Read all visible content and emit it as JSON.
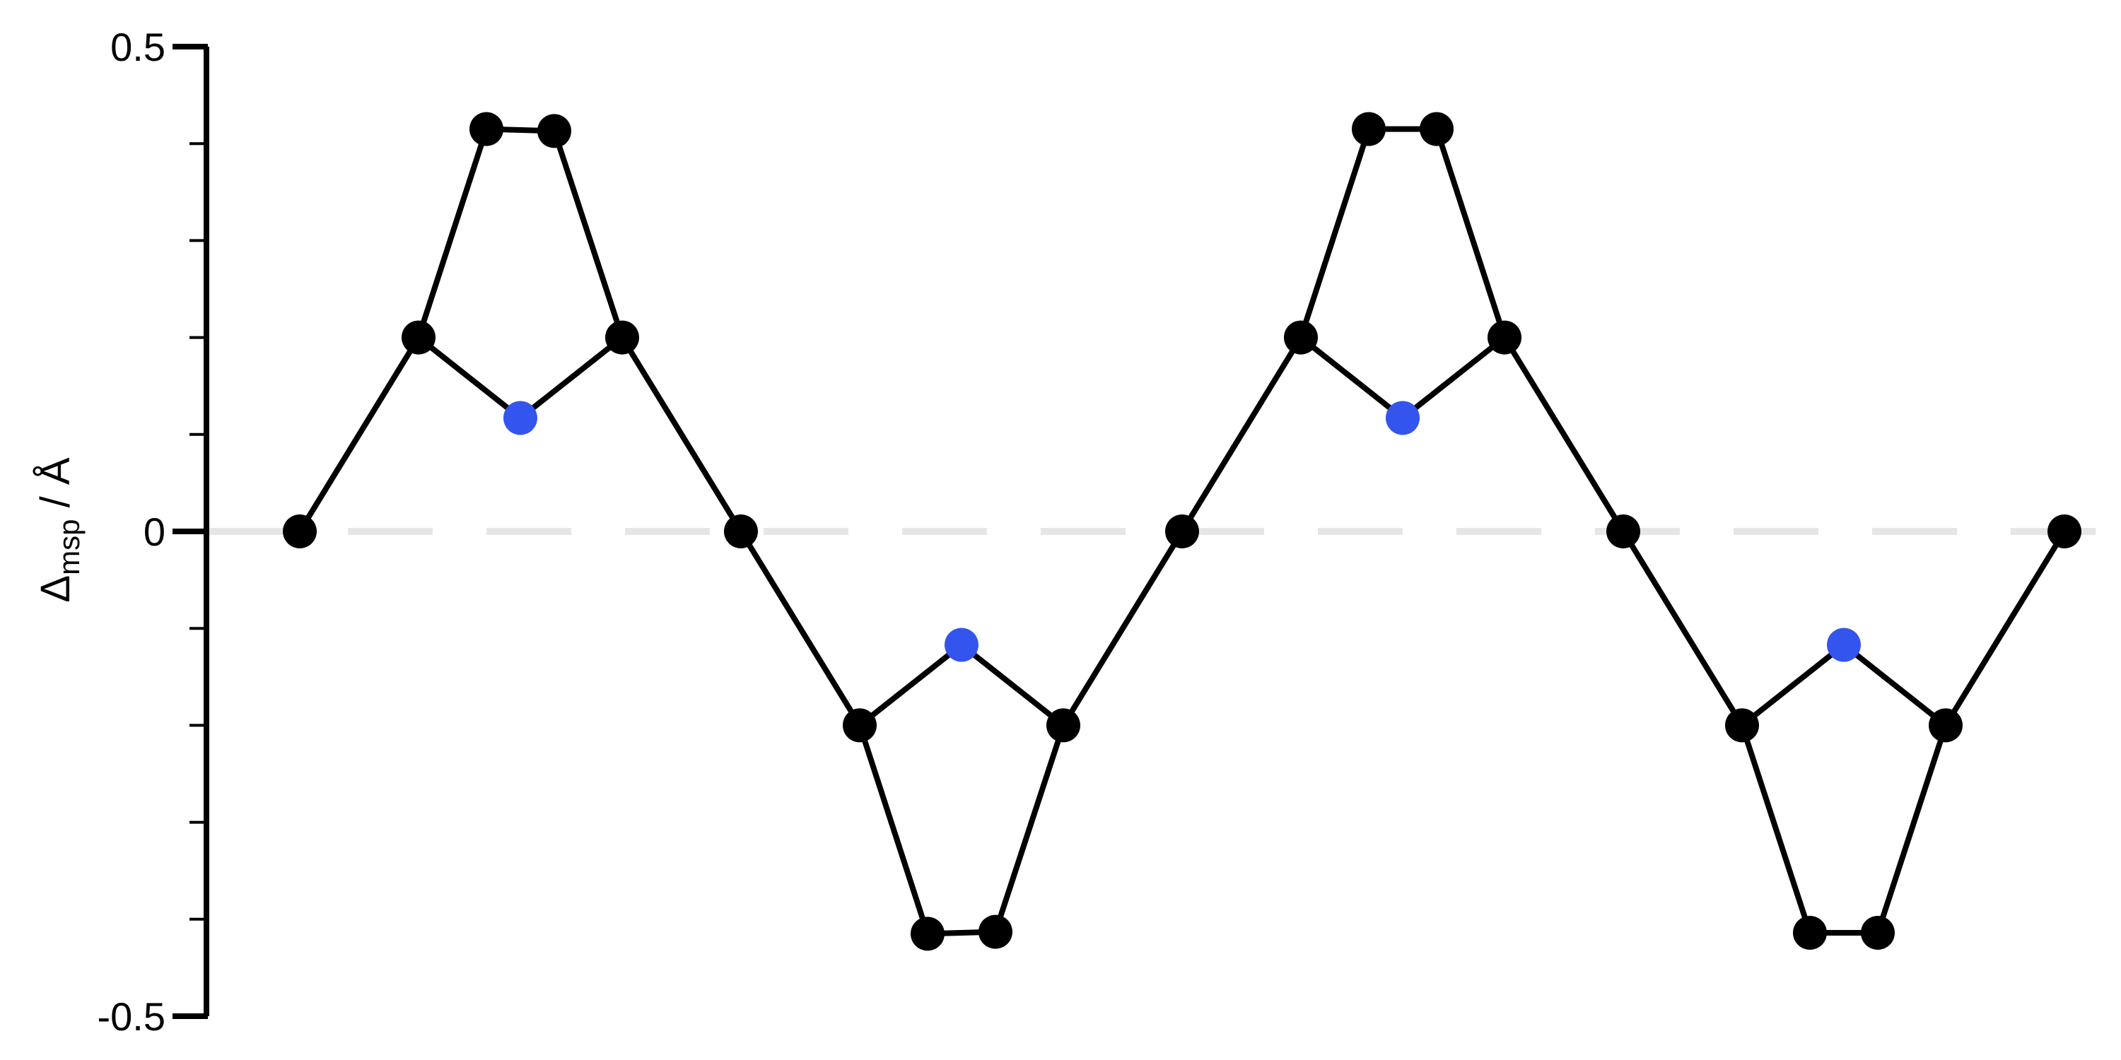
{
  "chart_data": {
    "type": "scatter",
    "title": "",
    "xlabel": "",
    "ylabel": {
      "symbol": "Δ",
      "subscript": "msp",
      "unit": " / Å"
    },
    "ylim": [
      -0.5,
      0.5
    ],
    "yticks": [
      {
        "value": 0.5,
        "label": "0.5"
      },
      {
        "value": 0,
        "label": "0"
      },
      {
        "value": -0.5,
        "label": "-0.5"
      }
    ],
    "yminor_ticks": [
      0.4,
      0.3,
      0.2,
      0.1,
      -0.1,
      -0.2,
      -0.3,
      -0.4
    ],
    "xlim": [
      0,
      3000
    ],
    "zero_line": {
      "value": 0,
      "color": "#e6e6e6",
      "style": "dashed"
    },
    "colors": {
      "atom": "#000000",
      "highlight": "#3355ee",
      "bond": "#000000"
    },
    "atoms": [
      {
        "x": 424,
        "y": 0.0,
        "highlight": false
      },
      {
        "x": 592,
        "y": 0.2,
        "highlight": false
      },
      {
        "x": 688,
        "y": 0.415,
        "highlight": false
      },
      {
        "x": 784,
        "y": 0.413,
        "highlight": false
      },
      {
        "x": 880,
        "y": 0.2,
        "highlight": false
      },
      {
        "x": 736,
        "y": 0.117,
        "highlight": true
      },
      {
        "x": 1048,
        "y": 0.0,
        "highlight": false
      },
      {
        "x": 1216,
        "y": -0.2,
        "highlight": false
      },
      {
        "x": 1312,
        "y": -0.415,
        "highlight": false
      },
      {
        "x": 1408,
        "y": -0.413,
        "highlight": false
      },
      {
        "x": 1504,
        "y": -0.2,
        "highlight": false
      },
      {
        "x": 1360,
        "y": -0.117,
        "highlight": true
      },
      {
        "x": 1672,
        "y": 0.0,
        "highlight": false
      },
      {
        "x": 1840,
        "y": 0.2,
        "highlight": false
      },
      {
        "x": 1936,
        "y": 0.415,
        "highlight": false
      },
      {
        "x": 2032,
        "y": 0.415,
        "highlight": false
      },
      {
        "x": 2128,
        "y": 0.2,
        "highlight": false
      },
      {
        "x": 1984,
        "y": 0.117,
        "highlight": true
      },
      {
        "x": 2296,
        "y": 0.0,
        "highlight": false
      },
      {
        "x": 2464,
        "y": -0.2,
        "highlight": false
      },
      {
        "x": 2560,
        "y": -0.414,
        "highlight": false
      },
      {
        "x": 2656,
        "y": -0.414,
        "highlight": false
      },
      {
        "x": 2752,
        "y": -0.2,
        "highlight": false
      },
      {
        "x": 2608,
        "y": -0.117,
        "highlight": true
      },
      {
        "x": 2920,
        "y": 0.0,
        "highlight": false
      }
    ],
    "bonds": [
      [
        0,
        1
      ],
      [
        1,
        2
      ],
      [
        2,
        3
      ],
      [
        3,
        4
      ],
      [
        1,
        5
      ],
      [
        5,
        4
      ],
      [
        4,
        6
      ],
      [
        6,
        7
      ],
      [
        7,
        8
      ],
      [
        8,
        9
      ],
      [
        9,
        10
      ],
      [
        7,
        11
      ],
      [
        11,
        10
      ],
      [
        10,
        12
      ],
      [
        12,
        13
      ],
      [
        13,
        14
      ],
      [
        14,
        15
      ],
      [
        15,
        16
      ],
      [
        13,
        17
      ],
      [
        17,
        16
      ],
      [
        16,
        18
      ],
      [
        18,
        19
      ],
      [
        19,
        20
      ],
      [
        20,
        21
      ],
      [
        21,
        22
      ],
      [
        19,
        23
      ],
      [
        23,
        22
      ],
      [
        22,
        24
      ]
    ]
  }
}
